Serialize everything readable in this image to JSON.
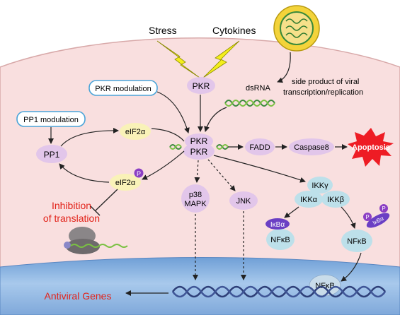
{
  "labels": {
    "stress": "Stress",
    "cytokines": "Cytokines",
    "pkr_top": "PKR",
    "dsrna": "dsRNA",
    "side_product": "side product of viral",
    "side_product_2": "transcription/replication",
    "pkr_modulation": "PKR modulation",
    "pp1_modulation": "PP1 modulation",
    "pp1": "PP1",
    "eif2a_top": "eIF2α",
    "eif2a_p": "eIF2α",
    "p_badge": "P",
    "pkr_dimer_1": "PKR",
    "pkr_dimer_2": "PKR",
    "fadd": "FADD",
    "caspase8": "Caspase8",
    "apoptosis": "Apoptosis",
    "ikkg": "IKKγ",
    "ikka": "IKKα",
    "ikkb": "IKKβ",
    "p38_1": "p38",
    "p38_2": "MAPK",
    "jnk": "JNK",
    "ikba": "IκBα",
    "nfkb_bound": "NFκB",
    "nfkb_free": "NFκB",
    "ikba_deg": "IκBα",
    "nfkb_nucleus": "NFκB",
    "inhibition_1": "Inhibition",
    "inhibition_2": "of translation",
    "antiviral": "Antiviral Genes"
  },
  "colors": {
    "cytoplasm": "#f9dfdf",
    "nucleus": "#9ec2e8",
    "node": "#e2c6ea",
    "eif": "#f9f2b8",
    "pill_border": "#4aa4d8",
    "apoptosis": "#ee1c24",
    "red_text": "#e2231a",
    "phospho": "#8b3fc4",
    "dna": "#2e3f78",
    "rna": "#7ac142"
  }
}
